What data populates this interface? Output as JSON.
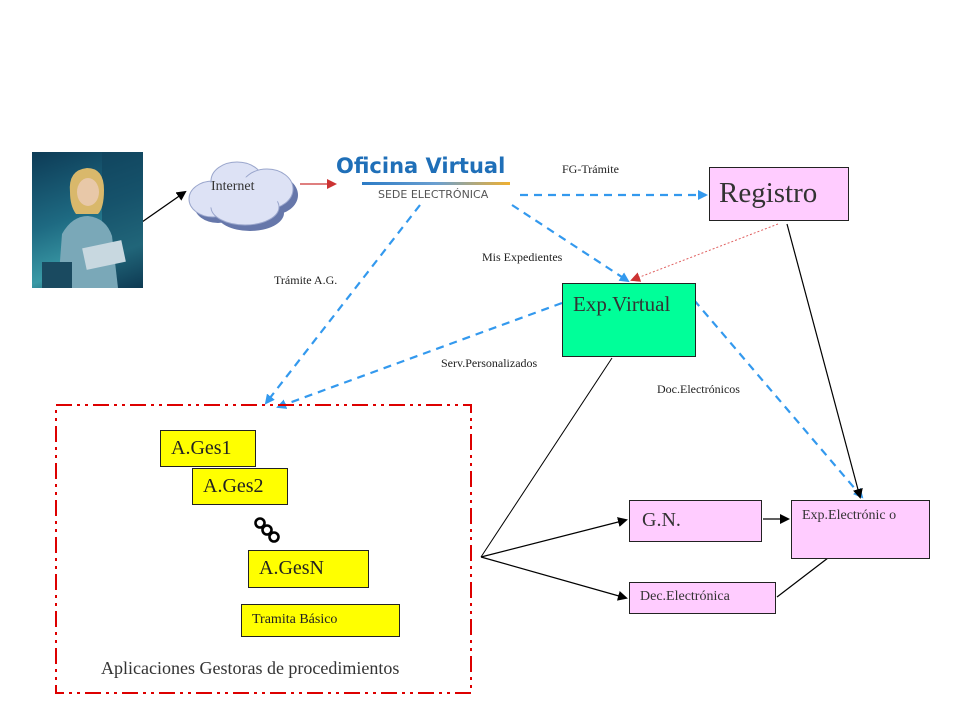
{
  "diagram": {
    "internet_label": "Internet",
    "brand": {
      "title": "Oficina Virtual",
      "subtitle": "SEDE ELECTRÓNICA",
      "title_color": "#1f6fb8",
      "subtitle_color": "#555555"
    },
    "nodes": {
      "registro": "Registro",
      "exp_virtual": "Exp.Virtual",
      "gn": "G.N.",
      "exp_electronico": "Exp.Electrónic o",
      "dec_electronica": "Dec.Electrónica",
      "a_ges1": "A.Ges1",
      "a_ges2": "A.Ges2",
      "a_gesn": "A.GesN",
      "tramita_basico": "Tramita Básico"
    },
    "edge_labels": {
      "fg_tramite": "FG-Trámite",
      "mis_expedientes": "Mis Expedientes",
      "tramite_ag": "Trámite A.G.",
      "serv_personalizados": "Serv.Personalizados",
      "doc_electronicos": "Doc.Electrónicos"
    },
    "group_label": "Aplicaciones Gestoras de procedimientos",
    "colors": {
      "dashed_arrow": "#3399ee",
      "group_border": "#dd0000",
      "yellow": "#ffff00",
      "pink": "#ffccff",
      "green": "#00ff99"
    }
  }
}
